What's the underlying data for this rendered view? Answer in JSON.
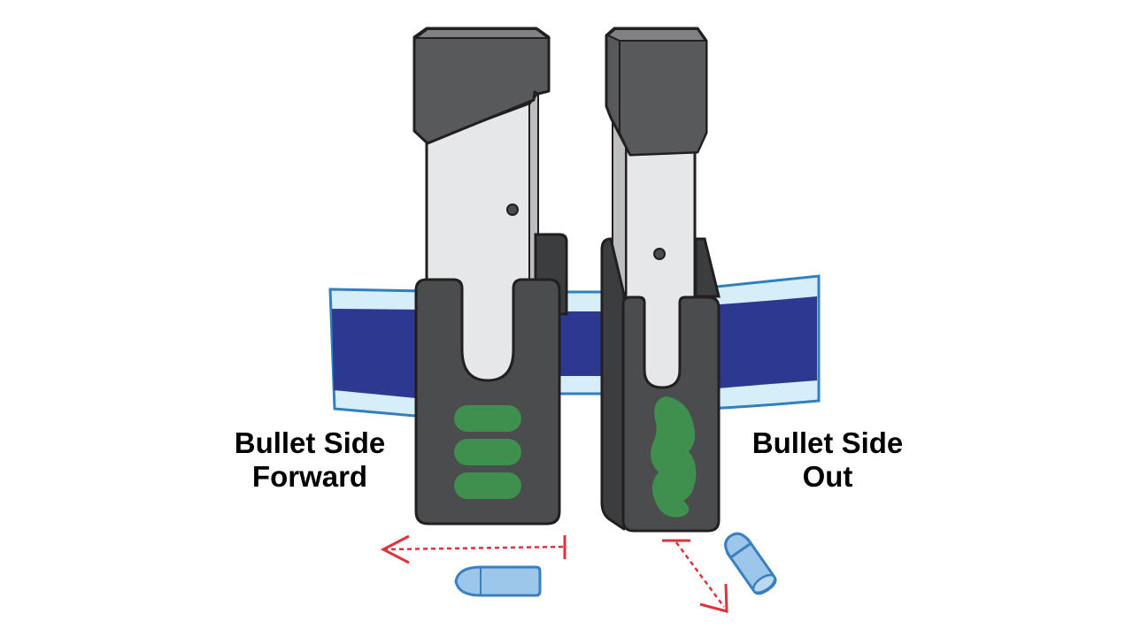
{
  "labels": {
    "left": {
      "line1": "Bullet Side",
      "line2": "Forward"
    },
    "right": {
      "line1": "Bullet Side",
      "line2": "Out"
    }
  },
  "colors": {
    "belt_outer": "#d6eef9",
    "belt_inner": "#2b3990",
    "belt_edge": "#2f7fc1",
    "pouch": "#4a4c4e",
    "mag_cap": "#58595b",
    "mag_body": "#e6e7e8",
    "grip": "#3f8f4f",
    "arrow": "#e0313d",
    "bullet": "#9cc7ea",
    "bullet_edge": "#3a7fc0",
    "outline": "#231f20"
  },
  "icons": [
    "magazine-pouch-icon",
    "magazine-icon",
    "bullet-icon",
    "arrow-icon"
  ]
}
